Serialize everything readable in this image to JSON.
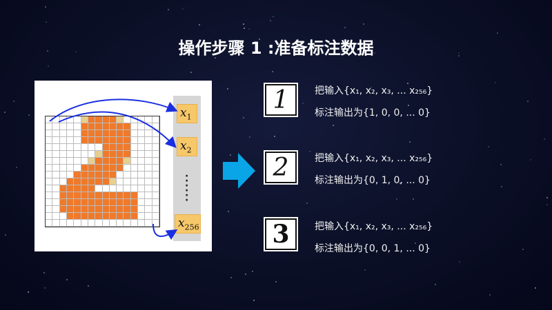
{
  "title": "操作步骤 1 :准备标注数据",
  "figure": {
    "inputs": [
      {
        "var": "x",
        "sub": "1"
      },
      {
        "var": "x",
        "sub": "2"
      },
      {
        "var": "x",
        "sub": "256"
      }
    ],
    "ellipsis": "⋮"
  },
  "colors": {
    "arrow": "#0aa5e6",
    "pixel_on": "#f07a2a",
    "pixel_partial": "#e6cf8f",
    "input_box": "#f7c86a"
  },
  "samples": [
    {
      "digit": "1",
      "input_text": "把输入{x₁, x₂,  x₃, ... x₂₅₆}",
      "label_text": "标注输出为{1, 0,  0, ... 0}"
    },
    {
      "digit": "2",
      "input_text": "把输入{x₁, x₂,  x₃, ... x₂₅₆}",
      "label_text": "标注输出为{0, 1,  0, ... 0}"
    },
    {
      "digit": "3",
      "input_text": "把输入{x₁, x₂,  x₃, ... x₂₅₆}",
      "label_text": "标注输出为{0, 0,  1, ... 0}"
    }
  ]
}
